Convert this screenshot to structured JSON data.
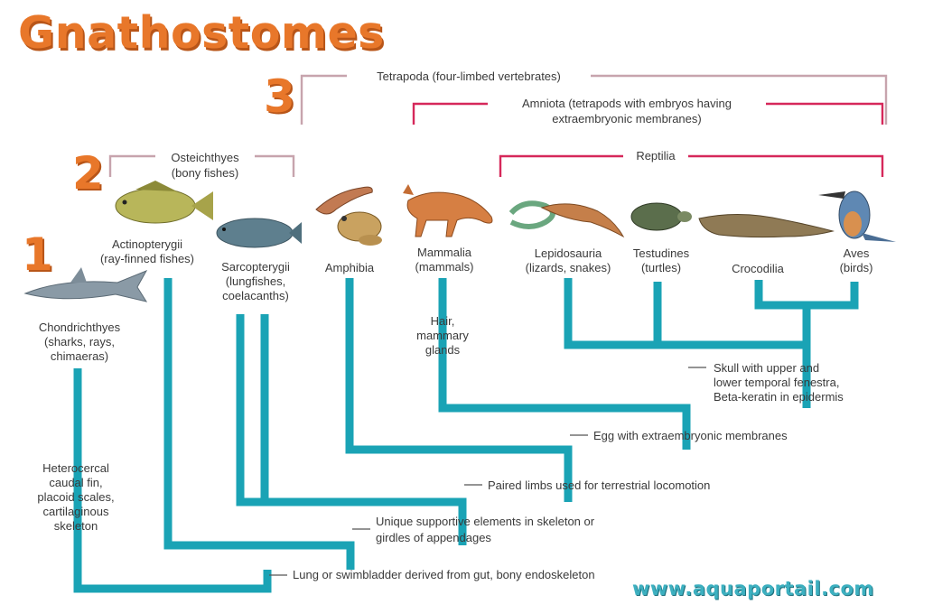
{
  "title": "Gnathostomes",
  "numbers": [
    "1",
    "2",
    "3"
  ],
  "groups": {
    "tetrapoda": "Tetrapoda (four-limbed vertebrates)",
    "amniota_1": "Amniota (tetrapods with embryos having",
    "amniota_2": "extraembryonic membranes)",
    "osteichthyes_1": "Osteichthyes",
    "osteichthyes_2": "(bony fishes)",
    "reptilia": "Reptilia"
  },
  "taxa": {
    "chondrichthyes": [
      "Chondrichthyes",
      "(sharks, rays,",
      "chimaeras)"
    ],
    "actinopterygii": [
      "Actinopterygii",
      "(ray-finned fishes)"
    ],
    "sarcopterygii": [
      "Sarcopterygii",
      "(lungfishes,",
      "coelacanths)"
    ],
    "amphibia": [
      "Amphibia"
    ],
    "mammalia": [
      "Mammalia",
      "(mammals)"
    ],
    "lepidosauria": [
      "Lepidosauria",
      "(lizards, snakes)"
    ],
    "testudines": [
      "Testudines",
      "(turtles)"
    ],
    "crocodilia": [
      "Crocodilia"
    ],
    "aves": [
      "Aves",
      "(birds)"
    ]
  },
  "traits": {
    "hair": [
      "Hair,",
      "mammary",
      "glands"
    ],
    "skull": [
      "Skull with upper and",
      "lower temporal fenestra,",
      "Beta-keratin in epidermis"
    ],
    "egg": "Egg with extraembryonic membranes",
    "limbs": "Paired limbs used for terrestrial locomotion",
    "supportive_1": "Unique supportive elements in skeleton or",
    "supportive_2": "girdles of appendages",
    "lung": "Lung or swimbladder derived from gut, bony endoskeleton",
    "heterocercal": [
      "Heterocercal",
      "caudal fin,",
      "placoid scales,",
      "cartilaginous",
      "skeleton"
    ]
  },
  "watermark": "www.aquaportail.com",
  "colors": {
    "tree": "#1aa3b5",
    "bracket_gray": "#c7a4ad",
    "bracket_red": "#d6285a",
    "title": "#e8772a"
  }
}
